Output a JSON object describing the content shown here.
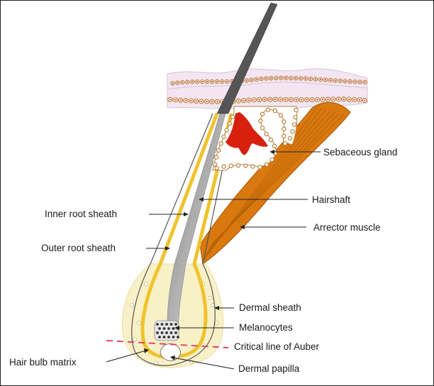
{
  "labels": {
    "sebaceous_gland": "Sebaceous gland",
    "hairshaft": "Hairshaft",
    "inner_root_sheath": "Inner root sheath",
    "arrector_muscle": "Arrector muscle",
    "outer_root_sheath": "Outer root sheath",
    "dermal_sheath": "Dermal sheath",
    "melanocytes": "Melanocytes",
    "critical_line": "Critical line of Auber",
    "hair_bulb_matrix": "Hair bulb matrix",
    "dermal_papilla": "Dermal papilla"
  },
  "colors": {
    "epidermis": "#f3e6f2",
    "cell_ring": "#b9823c",
    "cell_dot": "#d33a3a",
    "sheath_yellow": "#f0c32e",
    "bulb_cream": "#f8f1c8",
    "muscle": "#d9780f",
    "gland_red": "#d8200f",
    "hair_dark": "#555555",
    "critical_line": "#e0476b"
  }
}
